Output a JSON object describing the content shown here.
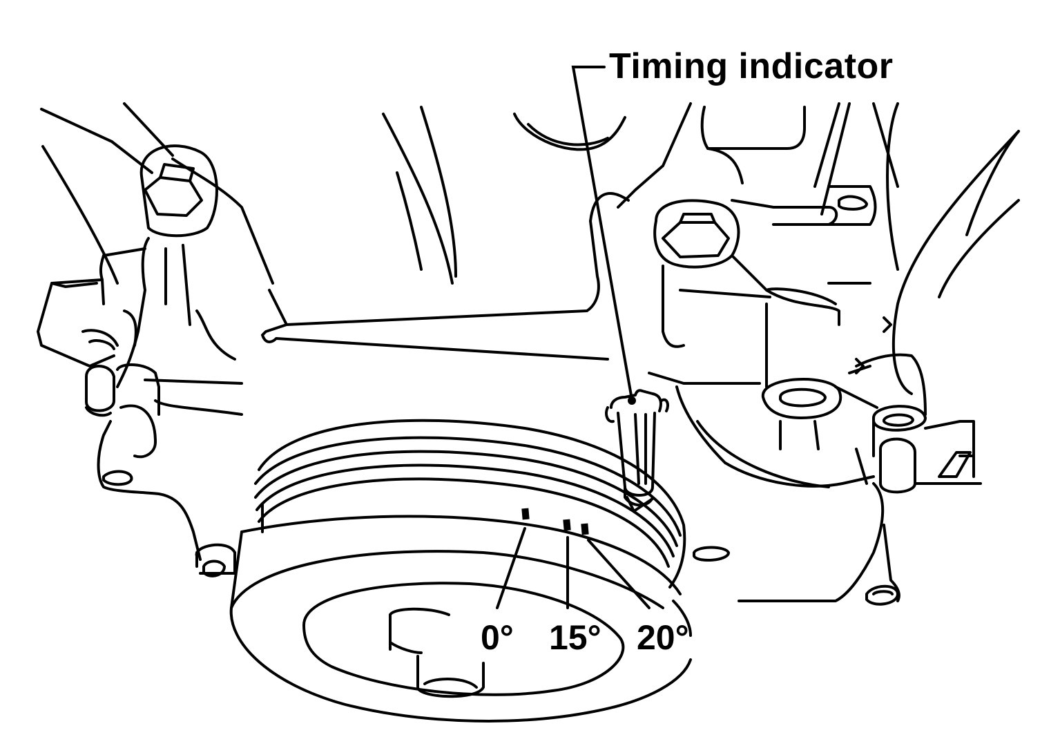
{
  "labels": {
    "timing_indicator": "Timing indicator",
    "mark_0": "0°",
    "mark_15": "15°",
    "mark_20": "20°"
  },
  "colors": {
    "line": "#000000",
    "background": "#ffffff"
  }
}
